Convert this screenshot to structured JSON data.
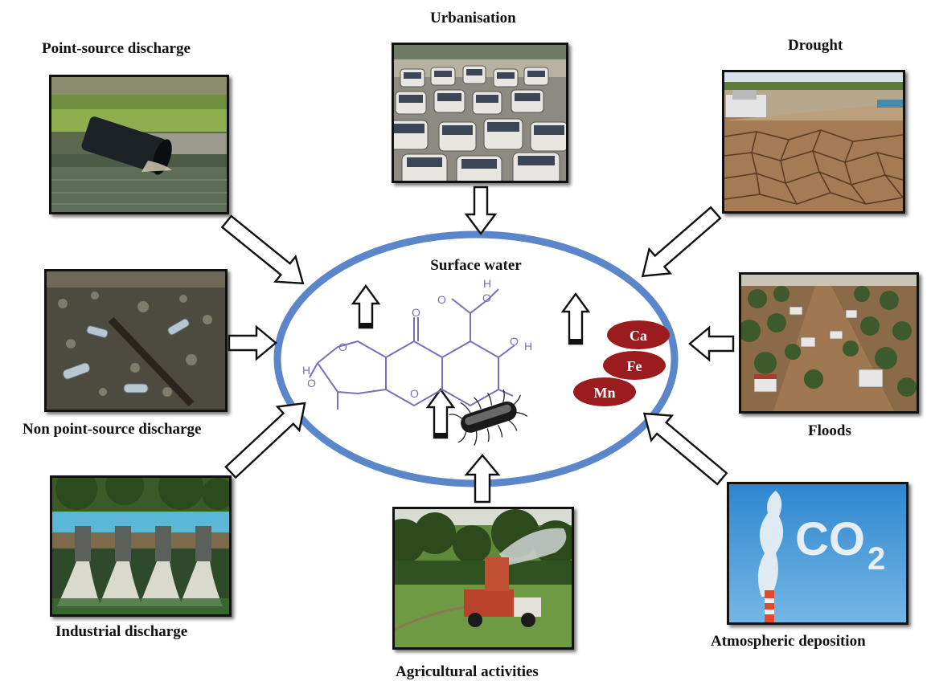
{
  "labels": {
    "urbanisation": "Urbanisation",
    "point_source": "Point-source discharge",
    "drought": "Drought",
    "non_point_source": "Non point-source discharge",
    "floods": "Floods",
    "industrial": "Industrial discharge",
    "atmospheric": "Atmospheric deposition",
    "agricultural": "Agricultural activities"
  },
  "center": {
    "title": "Surface water",
    "ions": [
      "Ca",
      "Fe",
      "Mn"
    ],
    "molecule_atoms": [
      "O",
      "O",
      "O",
      "H",
      "O",
      "H",
      "O",
      "O",
      "O",
      "H"
    ]
  },
  "photo_text": {
    "co2": "CO",
    "co2_sub": "2"
  },
  "colors": {
    "ellipse_stroke": "#5b86c9",
    "ion_fill": "#9b1c1f",
    "molecule": "#7b6fb8",
    "arrow_stroke": "#111111"
  },
  "icons": [
    "bacterium-icon",
    "molecule-structure",
    "inflow-arrow",
    "outflow-arrow"
  ]
}
